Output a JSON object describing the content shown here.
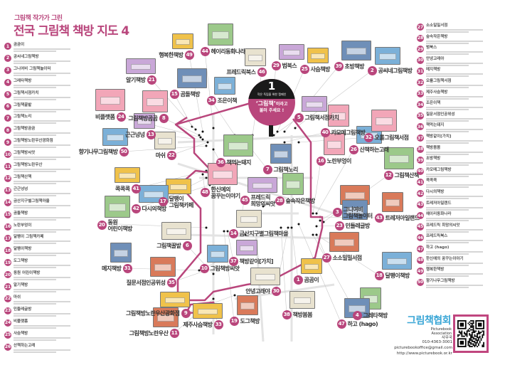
{
  "header": {
    "subtitle": "그림책 작가가 그린",
    "title": "전국 그림책 책방 지도 4"
  },
  "campaign": {
    "number": "1",
    "tagline": "작은 독립을 위한 캠페인",
    "message_quote": "‘그림책’",
    "message_rest": "이라고",
    "message_line2": "불러 주세요 !"
  },
  "colors": {
    "accent": "#b9467c",
    "association": "#3aa6d6",
    "route": "#b9467c",
    "lines": "#c8c8c8"
  },
  "shops": [
    {
      "num": "1",
      "name": "곰곰이"
    },
    {
      "num": "2",
      "name": "공씨네그림책방"
    },
    {
      "num": "3",
      "name": "그니여비\n그림책놀이터"
    },
    {
      "num": "4",
      "name": "그레타책방"
    },
    {
      "num": "5",
      "name": "그림책서점카치"
    },
    {
      "num": "6",
      "name": "그림책꿀밭"
    },
    {
      "num": "7",
      "name": "그림책노리"
    },
    {
      "num": "8",
      "name": "그림책방곰곰"
    },
    {
      "num": "9",
      "name": "그림책방노란우산광화점"
    },
    {
      "num": "10",
      "name": "그림책방씨앗"
    },
    {
      "num": "11",
      "name": "그림책방노란우산"
    },
    {
      "num": "12",
      "name": "그림책산책"
    },
    {
      "num": "13",
      "name": "근근넝넝"
    },
    {
      "num": "14",
      "name": "금산지구별그림책마을"
    },
    {
      "num": "15",
      "name": "곰돌책방"
    },
    {
      "num": "16",
      "name": "노란부엉이"
    },
    {
      "num": "17",
      "name": "달팽이\n그림책카페"
    },
    {
      "num": "18",
      "name": "달팽이책방"
    },
    {
      "num": "19",
      "name": "도그책방"
    },
    {
      "num": "20",
      "name": "동원\n어린이책방"
    },
    {
      "num": "21",
      "name": "알기책방"
    },
    {
      "num": "22",
      "name": "마쉬"
    },
    {
      "num": "23",
      "name": "민들레글방"
    },
    {
      "num": "24",
      "name": "비플랫폼"
    },
    {
      "num": "25",
      "name": "사슴책방"
    },
    {
      "num": "26",
      "name": "산책하는고래"
    },
    {
      "num": "27",
      "name": "소소밀밀서점"
    },
    {
      "num": "28",
      "name": "숲속작은책방"
    },
    {
      "num": "29",
      "name": "범북스"
    },
    {
      "num": "30",
      "name": "안녕고래야"
    },
    {
      "num": "31",
      "name": "메지책방"
    },
    {
      "num": "32",
      "name": "오롤그림책서점"
    },
    {
      "num": "33",
      "name": "제주사슴책방"
    },
    {
      "num": "34",
      "name": "조은이책"
    },
    {
      "num": "35",
      "name": "질문서점인공위성"
    },
    {
      "num": "36",
      "name": "책먹는돼지"
    },
    {
      "num": "37",
      "name": "책방같이[가치]"
    },
    {
      "num": "38",
      "name": "책방봄봄"
    },
    {
      "num": "39",
      "name": "초방책방"
    },
    {
      "num": "40",
      "name": "카모메그림책방"
    },
    {
      "num": "41",
      "name": "콕콕콕"
    },
    {
      "num": "42",
      "name": "다시의책방"
    },
    {
      "num": "43",
      "name": "트레저아일랜드"
    },
    {
      "num": "44",
      "name": "헤이리동화나라"
    },
    {
      "num": "45",
      "name": "프레드릭\n희망의씨앗"
    },
    {
      "num": "46",
      "name": "프레드릭북스"
    },
    {
      "num": "47",
      "name": "하고 (hago)"
    },
    {
      "num": "48",
      "name": "한신예의\n꿈꾸는이야기"
    },
    {
      "num": "49",
      "name": "행복한책방"
    },
    {
      "num": "50",
      "name": "향기나무그림책방"
    }
  ],
  "association": {
    "name": "그림책협회",
    "name_en": "Picturebook Association",
    "office": "사무국",
    "phone": "010-4363-3001",
    "email": "picturebookoffice@gmail.com",
    "website": "http://www.picturebook.or.kr"
  }
}
